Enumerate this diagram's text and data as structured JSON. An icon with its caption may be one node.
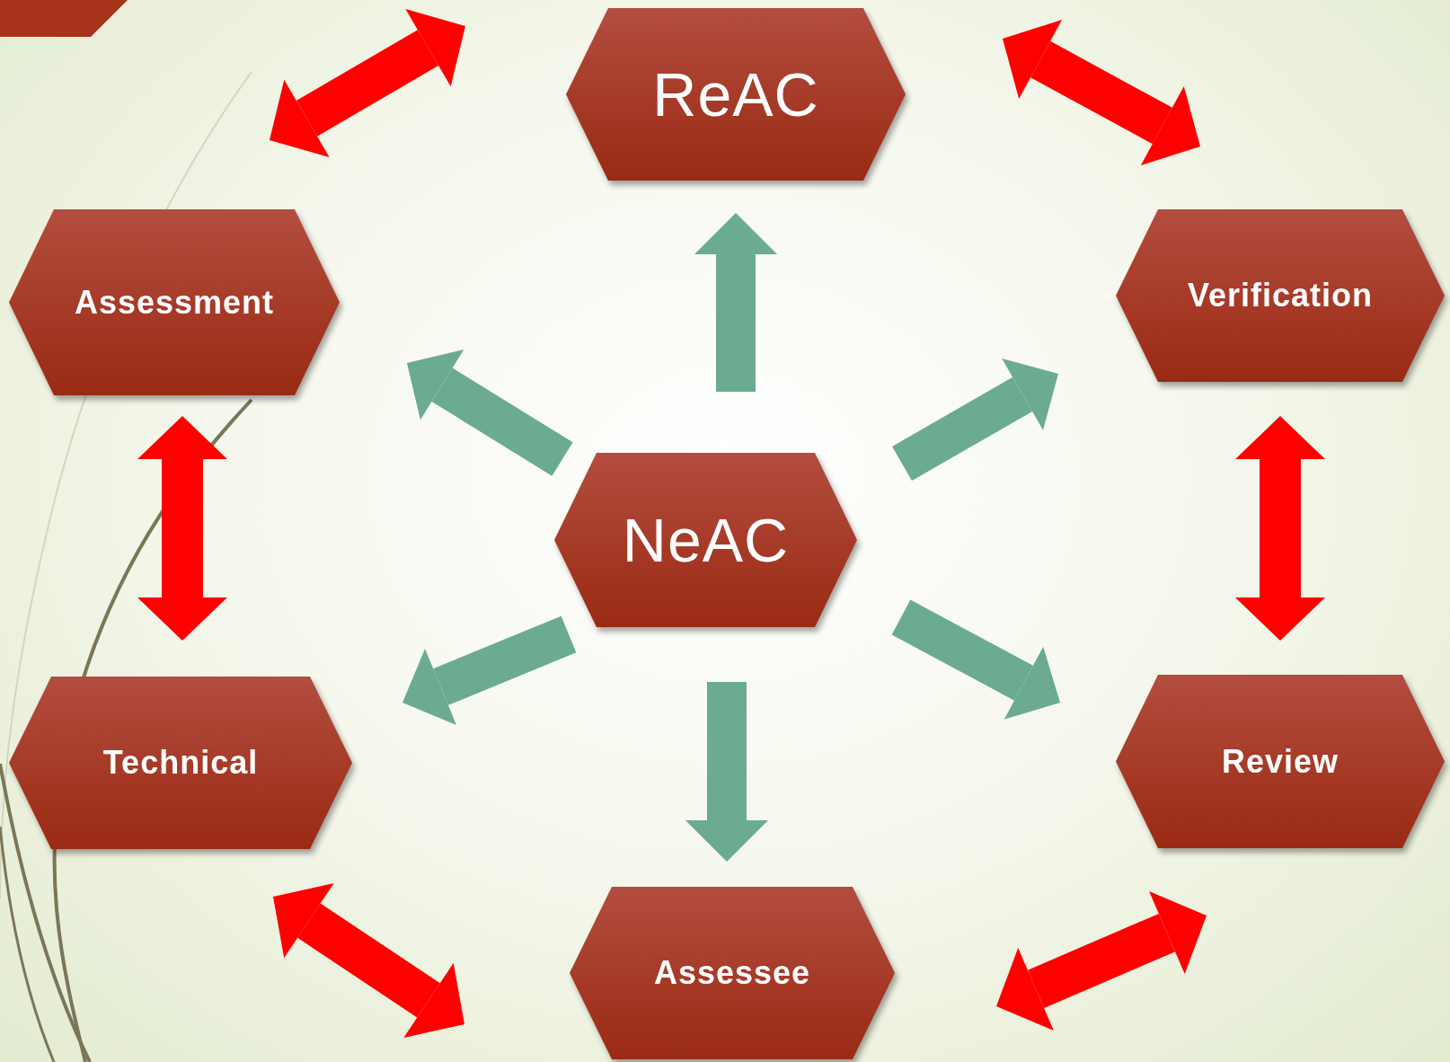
{
  "diagram": {
    "nodes": [
      {
        "text": [
          "ReAC"
        ]
      },
      {
        "text": [
          "Assessment"
        ]
      },
      {
        "text": [
          "Verification"
        ]
      },
      {
        "text": [
          "NeAC"
        ]
      },
      {
        "text": [
          "Technical"
        ]
      },
      {
        "text": [
          "Review"
        ]
      },
      {
        "text": [
          "Assessee"
        ]
      }
    ],
    "edges": [
      {
        "from": 3,
        "to": 0,
        "arrow": "to"
      },
      {
        "from": 3,
        "to": 1,
        "arrow": "to"
      },
      {
        "from": 3,
        "to": 2,
        "arrow": "to"
      },
      {
        "from": 3,
        "to": 4,
        "arrow": "to"
      },
      {
        "from": 3,
        "to": 5,
        "arrow": "to"
      },
      {
        "from": 3,
        "to": 6,
        "arrow": "to"
      },
      {
        "from": 1,
        "to": 0,
        "arrow": "both",
        "color": "#ff0000"
      },
      {
        "from": 0,
        "to": 2,
        "arrow": "both",
        "color": "#ff0000"
      },
      {
        "from": 1,
        "to": 4,
        "arrow": "both",
        "color": "#ff0000"
      },
      {
        "from": 2,
        "to": 5,
        "arrow": "both",
        "color": "#ff0000"
      },
      {
        "from": 4,
        "to": 6,
        "arrow": "both",
        "color": "#ff0000"
      },
      {
        "from": 6,
        "to": 5,
        "arrow": "both",
        "color": "#ff0000"
      }
    ]
  }
}
